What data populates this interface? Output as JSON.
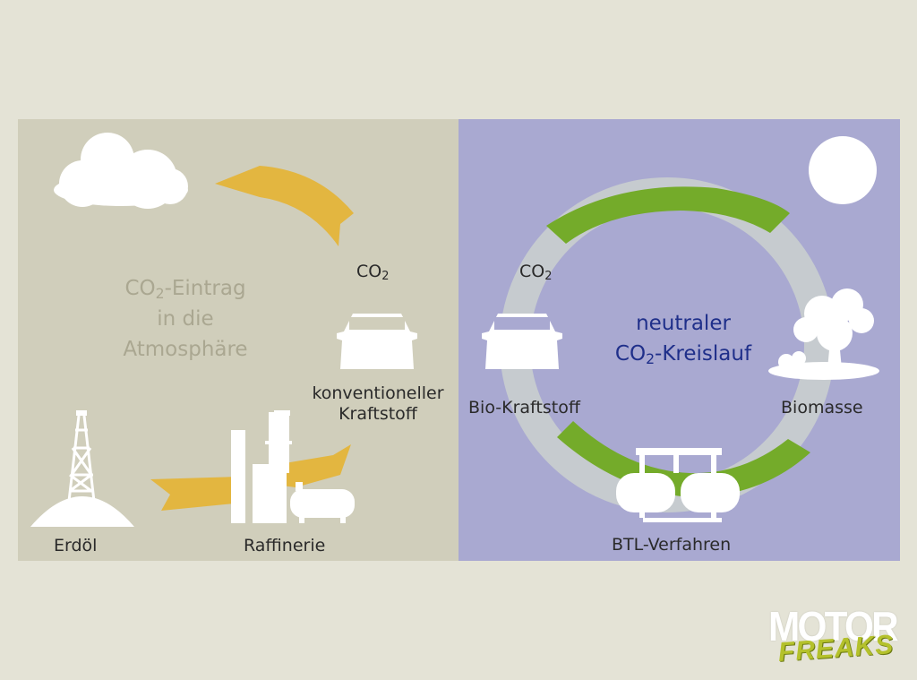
{
  "left_panel": {
    "emission_title_line1": "CO",
    "emission_title_sub": "2",
    "emission_title_line1_rest": "-Eintrag",
    "emission_title_line2": "in die",
    "emission_title_line3": "Atmosphäre",
    "co2_label": "CO",
    "co2_sub": "2",
    "fuel_label_line1": "konventioneller",
    "fuel_label_line2": "Kraftstoff",
    "oil_label": "Erdöl",
    "refinery_label": "Raffinerie"
  },
  "right_panel": {
    "cycle_title_line1": "neutraler",
    "cycle_title_line2_prefix": "CO",
    "cycle_title_line2_sub": "2",
    "cycle_title_line2_rest": "-Kreislauf",
    "co2_label": "CO",
    "co2_sub": "2",
    "biofuel_label": "Bio-Kraftstoff",
    "biomass_label": "Biomasse",
    "btl_label": "BTL-Verfahren"
  },
  "logo": {
    "line1": "MOTOR",
    "line2": "FREAKS"
  },
  "icons": [
    "cloud-icon",
    "car-icon",
    "oil-derrick-icon",
    "refinery-icon",
    "sun-icon",
    "tree-icon",
    "btl-plant-icon"
  ],
  "colors": {
    "background": "#e4e3d6",
    "left_panel": "#d0cebb",
    "right_panel": "#a9a9d1",
    "arrow_yellow": "#e3b640",
    "arrow_green": "#74ab2a",
    "cycle_ring": "#c6cbcf",
    "emission_title": "#aaa791",
    "cycle_title": "#1f2f8a"
  }
}
